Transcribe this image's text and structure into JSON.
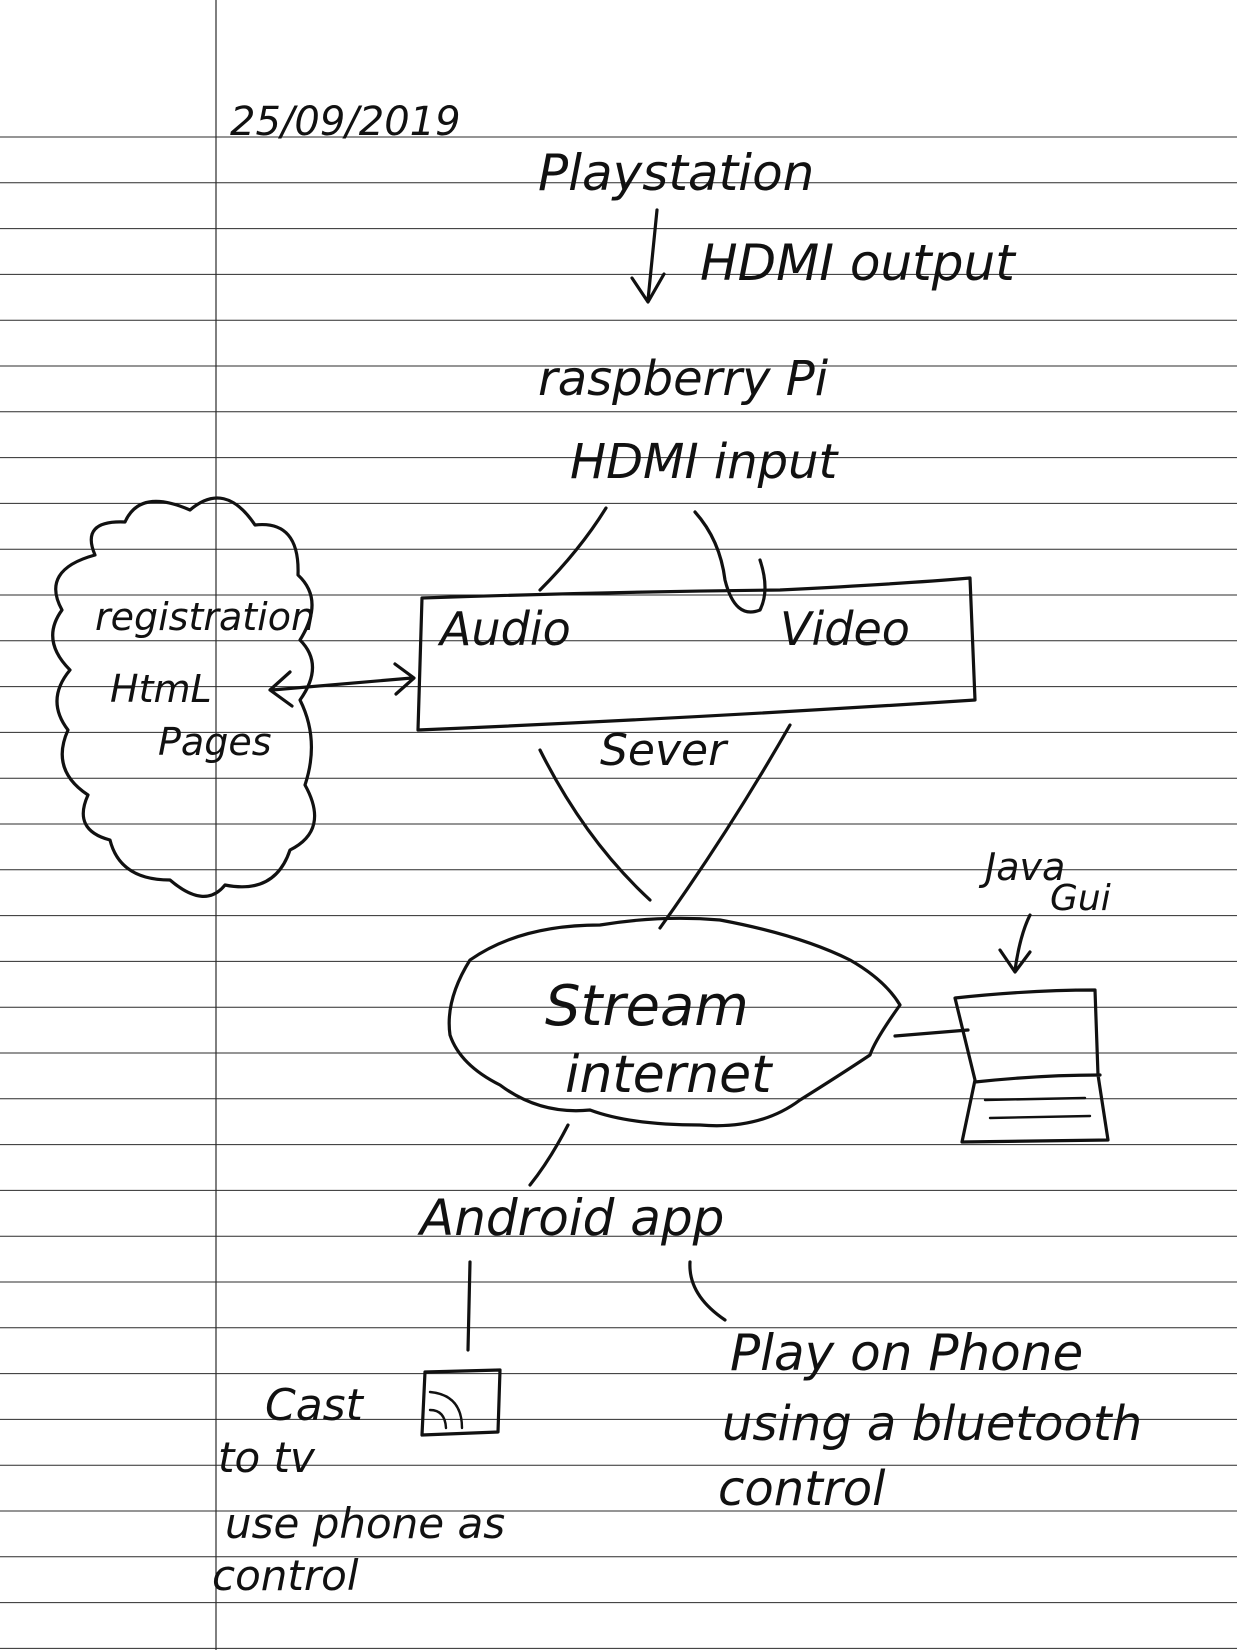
{
  "note": {
    "date": "25/09/2019"
  },
  "diagram": {
    "playstation": "Playstation",
    "hdmi_output": "HDMI output",
    "raspberry_pi": "raspberry Pi",
    "hdmi_input": "HDMI input",
    "audio": "Audio",
    "video": "Video",
    "server": "Sever",
    "registration": {
      "line1": "registration",
      "line2": "HtmL",
      "line3": "Pages"
    },
    "java_gui": {
      "line1": "Java",
      "line2": "Gui"
    },
    "stream": {
      "line1": "Stream",
      "line2": "internet"
    },
    "android_app": "Android app",
    "cast": {
      "line1": "Cast",
      "line2": "to tv",
      "line3": "use phone as",
      "line4": "control"
    },
    "play": {
      "line1": "Play on Phone",
      "line2": "using a bluetooth",
      "line3": "control"
    }
  },
  "colors": {
    "ink": "#111111",
    "paper": "#ffffff",
    "rule": "#2b2b2b"
  }
}
